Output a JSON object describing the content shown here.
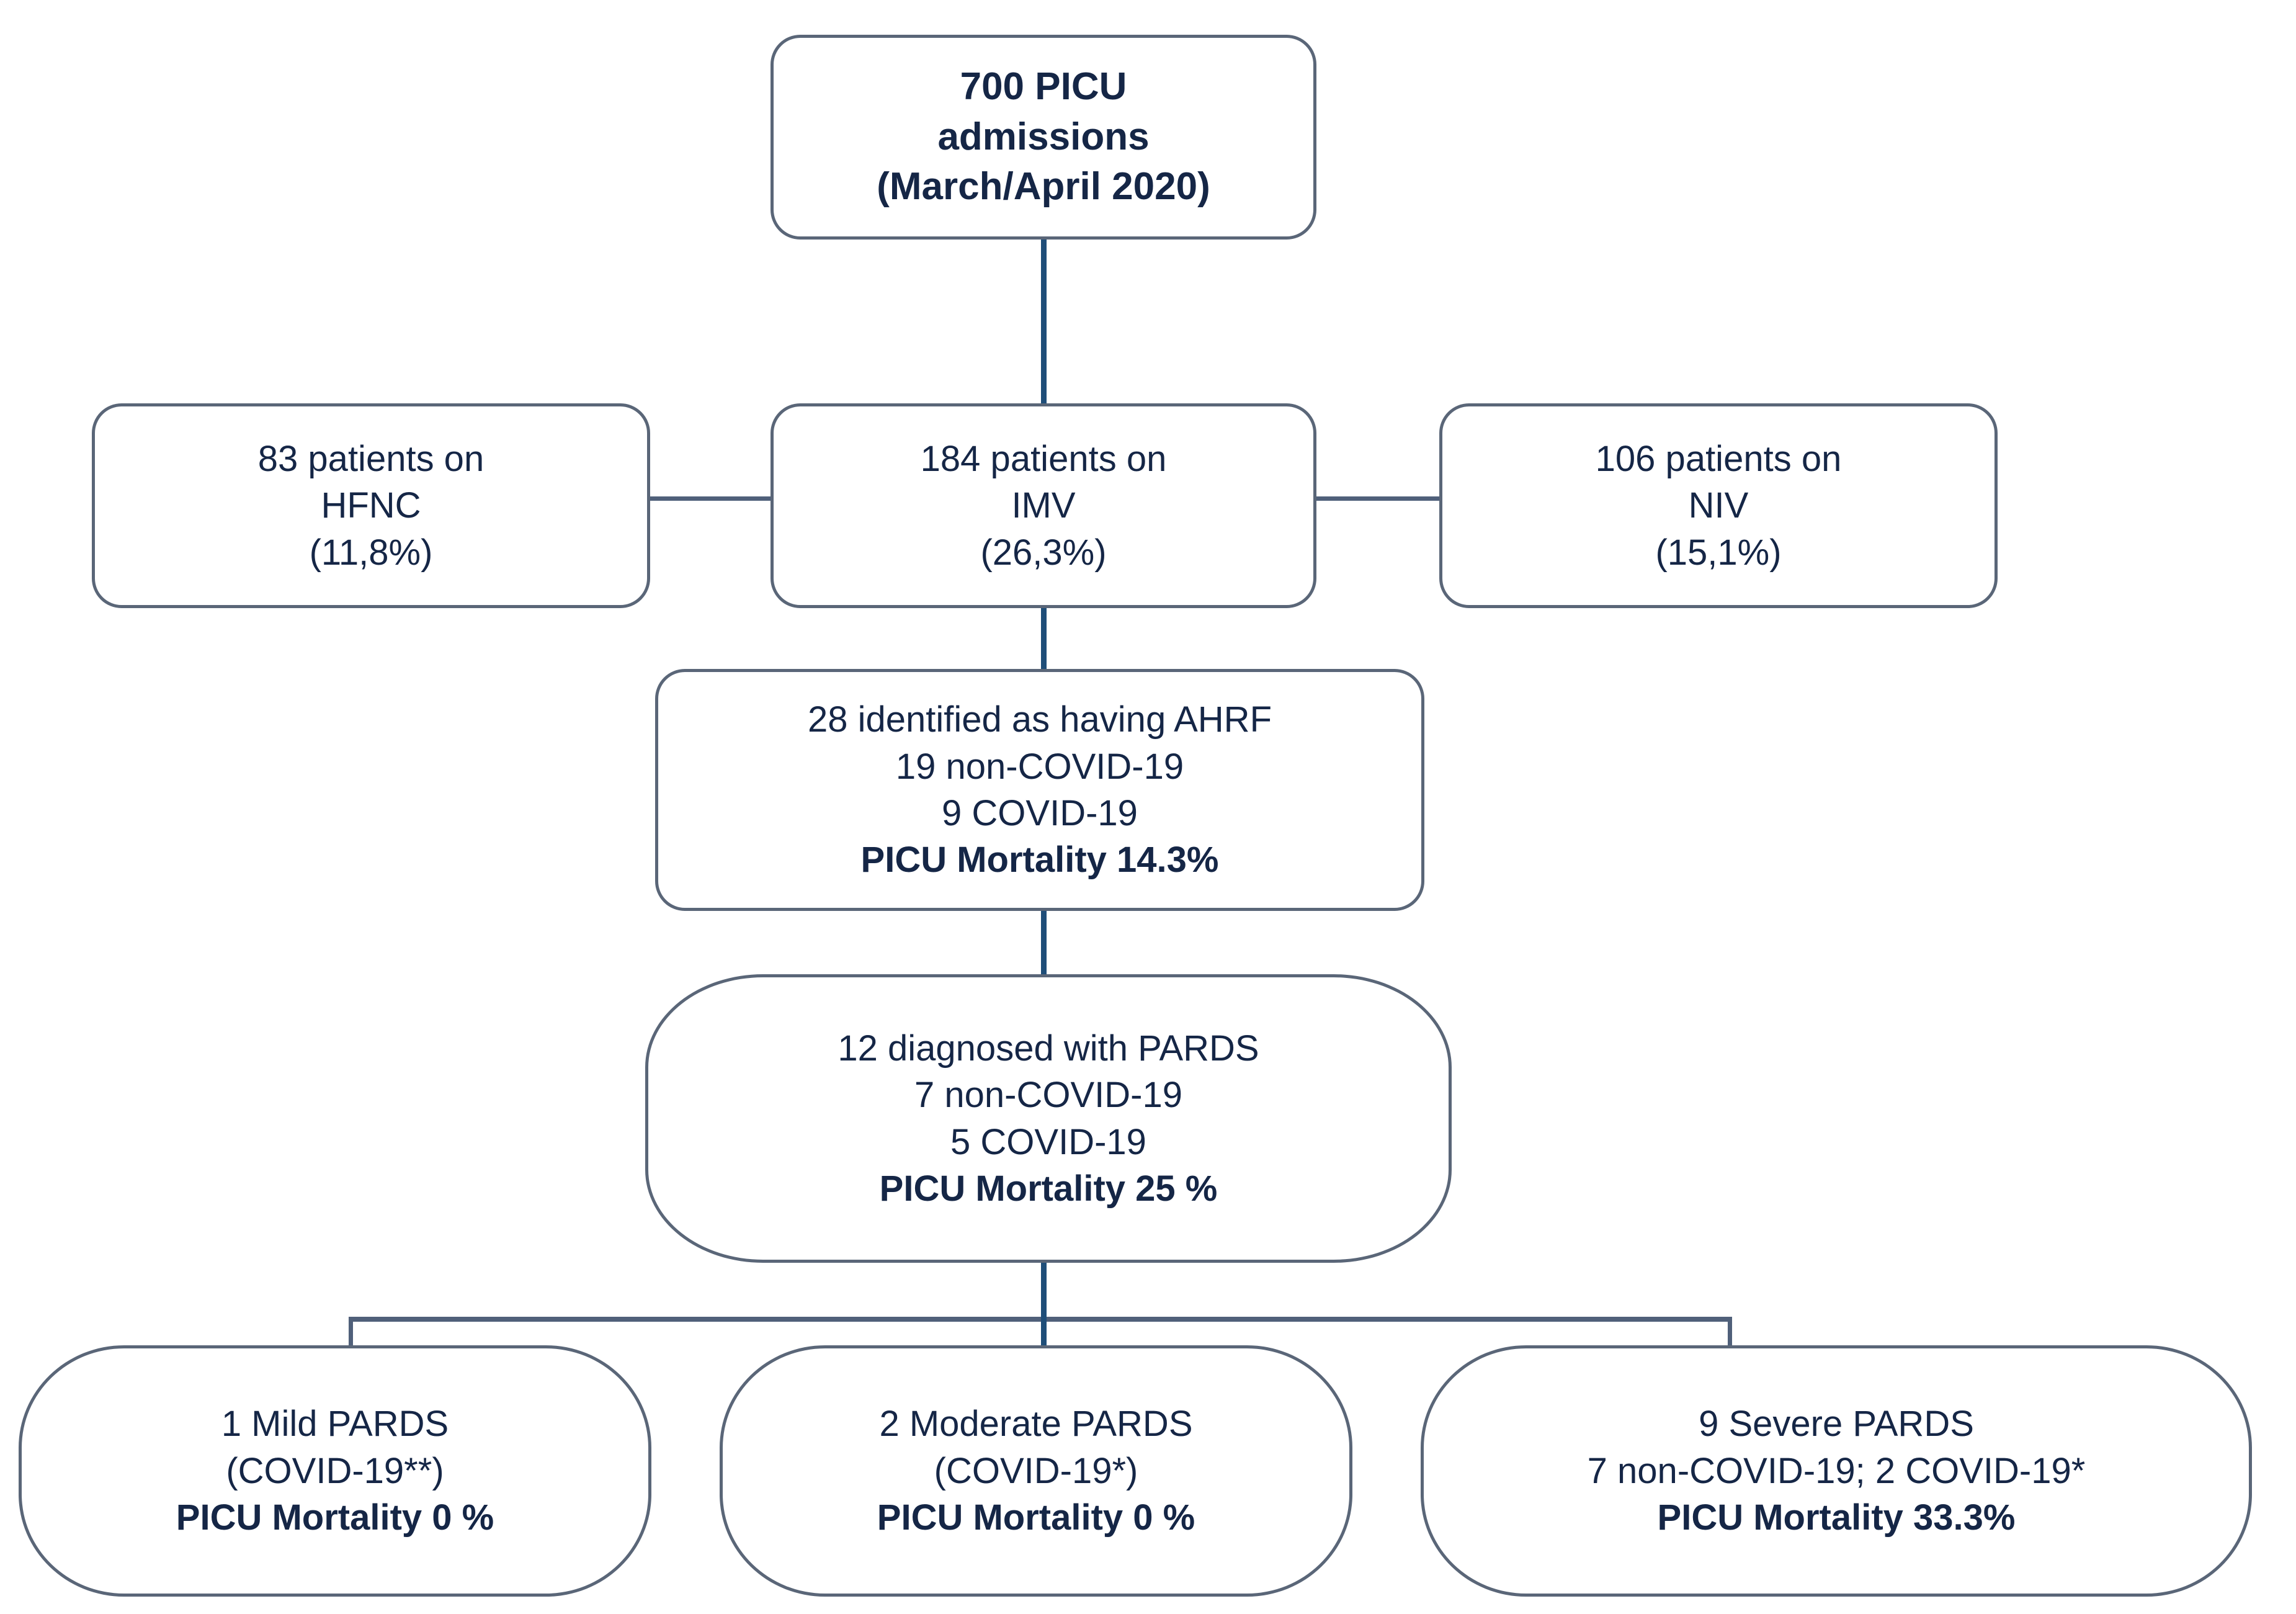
{
  "colors": {
    "border": "#5a6678",
    "connector": "#1f4e79",
    "text": "#152646",
    "background": "#ffffff"
  },
  "chart_data": {
    "type": "diagram",
    "title": "PICU admissions flow diagram (March/April 2020)",
    "nodes": [
      {
        "id": "admissions",
        "lines": [
          "700 PICU",
          "admissions",
          "(March/April 2020)"
        ],
        "bold": [
          true,
          true,
          true
        ],
        "value": 700,
        "shape": "rounded-rect"
      },
      {
        "id": "hfnc",
        "lines": [
          "83 patients on",
          "HFNC",
          "(11,8%)"
        ],
        "bold": [
          false,
          false,
          false
        ],
        "value": 83,
        "percent": "11,8%",
        "shape": "rounded-rect"
      },
      {
        "id": "imv",
        "lines": [
          "184 patients on",
          "IMV",
          "(26,3%)"
        ],
        "bold": [
          false,
          false,
          false
        ],
        "value": 184,
        "percent": "26,3%",
        "shape": "rounded-rect"
      },
      {
        "id": "niv",
        "lines": [
          "106 patients on",
          "NIV",
          "(15,1%)"
        ],
        "bold": [
          false,
          false,
          false
        ],
        "value": 106,
        "percent": "15,1%",
        "shape": "rounded-rect"
      },
      {
        "id": "ahrf",
        "lines": [
          "28 identified  as having AHRF",
          "19 non-COVID-19",
          "9 COVID-19",
          "PICU Mortality 14.3%"
        ],
        "bold": [
          false,
          false,
          false,
          true
        ],
        "value": 28,
        "non_covid": 19,
        "covid": 9,
        "mortality": "14.3%",
        "shape": "rounded-rect"
      },
      {
        "id": "pards",
        "lines": [
          "12 diagnosed  with PARDS",
          "7 non-COVID-19",
          "5 COVID-19",
          "PICU Mortality 25 %"
        ],
        "bold": [
          false,
          false,
          false,
          true
        ],
        "value": 12,
        "non_covid": 7,
        "covid": 5,
        "mortality": "25 %",
        "shape": "stadium"
      },
      {
        "id": "mild",
        "lines": [
          "1 Mild PARDS",
          "(COVID-19**)",
          "PICU Mortality 0 %"
        ],
        "bold": [
          false,
          false,
          true
        ],
        "value": 1,
        "mortality": "0 %",
        "shape": "stadium"
      },
      {
        "id": "moderate",
        "lines": [
          "2 Moderate  PARDS",
          "(COVID-19*)",
          "PICU Mortality 0 %"
        ],
        "bold": [
          false,
          false,
          true
        ],
        "value": 2,
        "mortality": "0 %",
        "shape": "stadium"
      },
      {
        "id": "severe",
        "lines": [
          "9 Severe  PARDS",
          "7 non-COVID-19;  2 COVID-19*",
          "PICU Mortality 33.3%"
        ],
        "bold": [
          false,
          false,
          true
        ],
        "value": 9,
        "non_covid": 7,
        "covid": 2,
        "mortality": "33.3%",
        "shape": "stadium"
      }
    ],
    "edges": [
      {
        "from": "admissions",
        "to": "imv",
        "kind": "vertical"
      },
      {
        "from": "imv",
        "to": "hfnc",
        "kind": "horizontal-left"
      },
      {
        "from": "imv",
        "to": "niv",
        "kind": "horizontal-right"
      },
      {
        "from": "imv",
        "to": "ahrf",
        "kind": "vertical"
      },
      {
        "from": "ahrf",
        "to": "pards",
        "kind": "vertical"
      },
      {
        "from": "pards",
        "to": "mild",
        "kind": "branch"
      },
      {
        "from": "pards",
        "to": "moderate",
        "kind": "branch"
      },
      {
        "from": "pards",
        "to": "severe",
        "kind": "branch"
      }
    ]
  },
  "nodes": {
    "admissions": {
      "l0": "700 PICU",
      "l1": "admissions",
      "l2": "(March/April 2020)"
    },
    "hfnc": {
      "l0": "83 patients on",
      "l1": "HFNC",
      "l2": "(11,8%)"
    },
    "imv": {
      "l0": "184 patients on",
      "l1": "IMV",
      "l2": "(26,3%)"
    },
    "niv": {
      "l0": "106 patients on",
      "l1": "NIV",
      "l2": "(15,1%)"
    },
    "ahrf": {
      "l0": "28 identified  as having AHRF",
      "l1": "19 non-COVID-19",
      "l2": "9 COVID-19",
      "l3": "PICU Mortality 14.3%"
    },
    "pards": {
      "l0": "12 diagnosed  with PARDS",
      "l1": "7 non-COVID-19",
      "l2": "5 COVID-19",
      "l3": "PICU Mortality 25 %"
    },
    "mild": {
      "l0": "1 Mild PARDS",
      "l1": "(COVID-19**)",
      "l2": "PICU Mortality 0 %"
    },
    "moderate": {
      "l0": "2 Moderate  PARDS",
      "l1": "(COVID-19*)",
      "l2": "PICU Mortality 0 %"
    },
    "severe": {
      "l0": "9 Severe  PARDS",
      "l1": "7 non-COVID-19;  2 COVID-19*",
      "l2": "PICU Mortality 33.3%"
    }
  }
}
